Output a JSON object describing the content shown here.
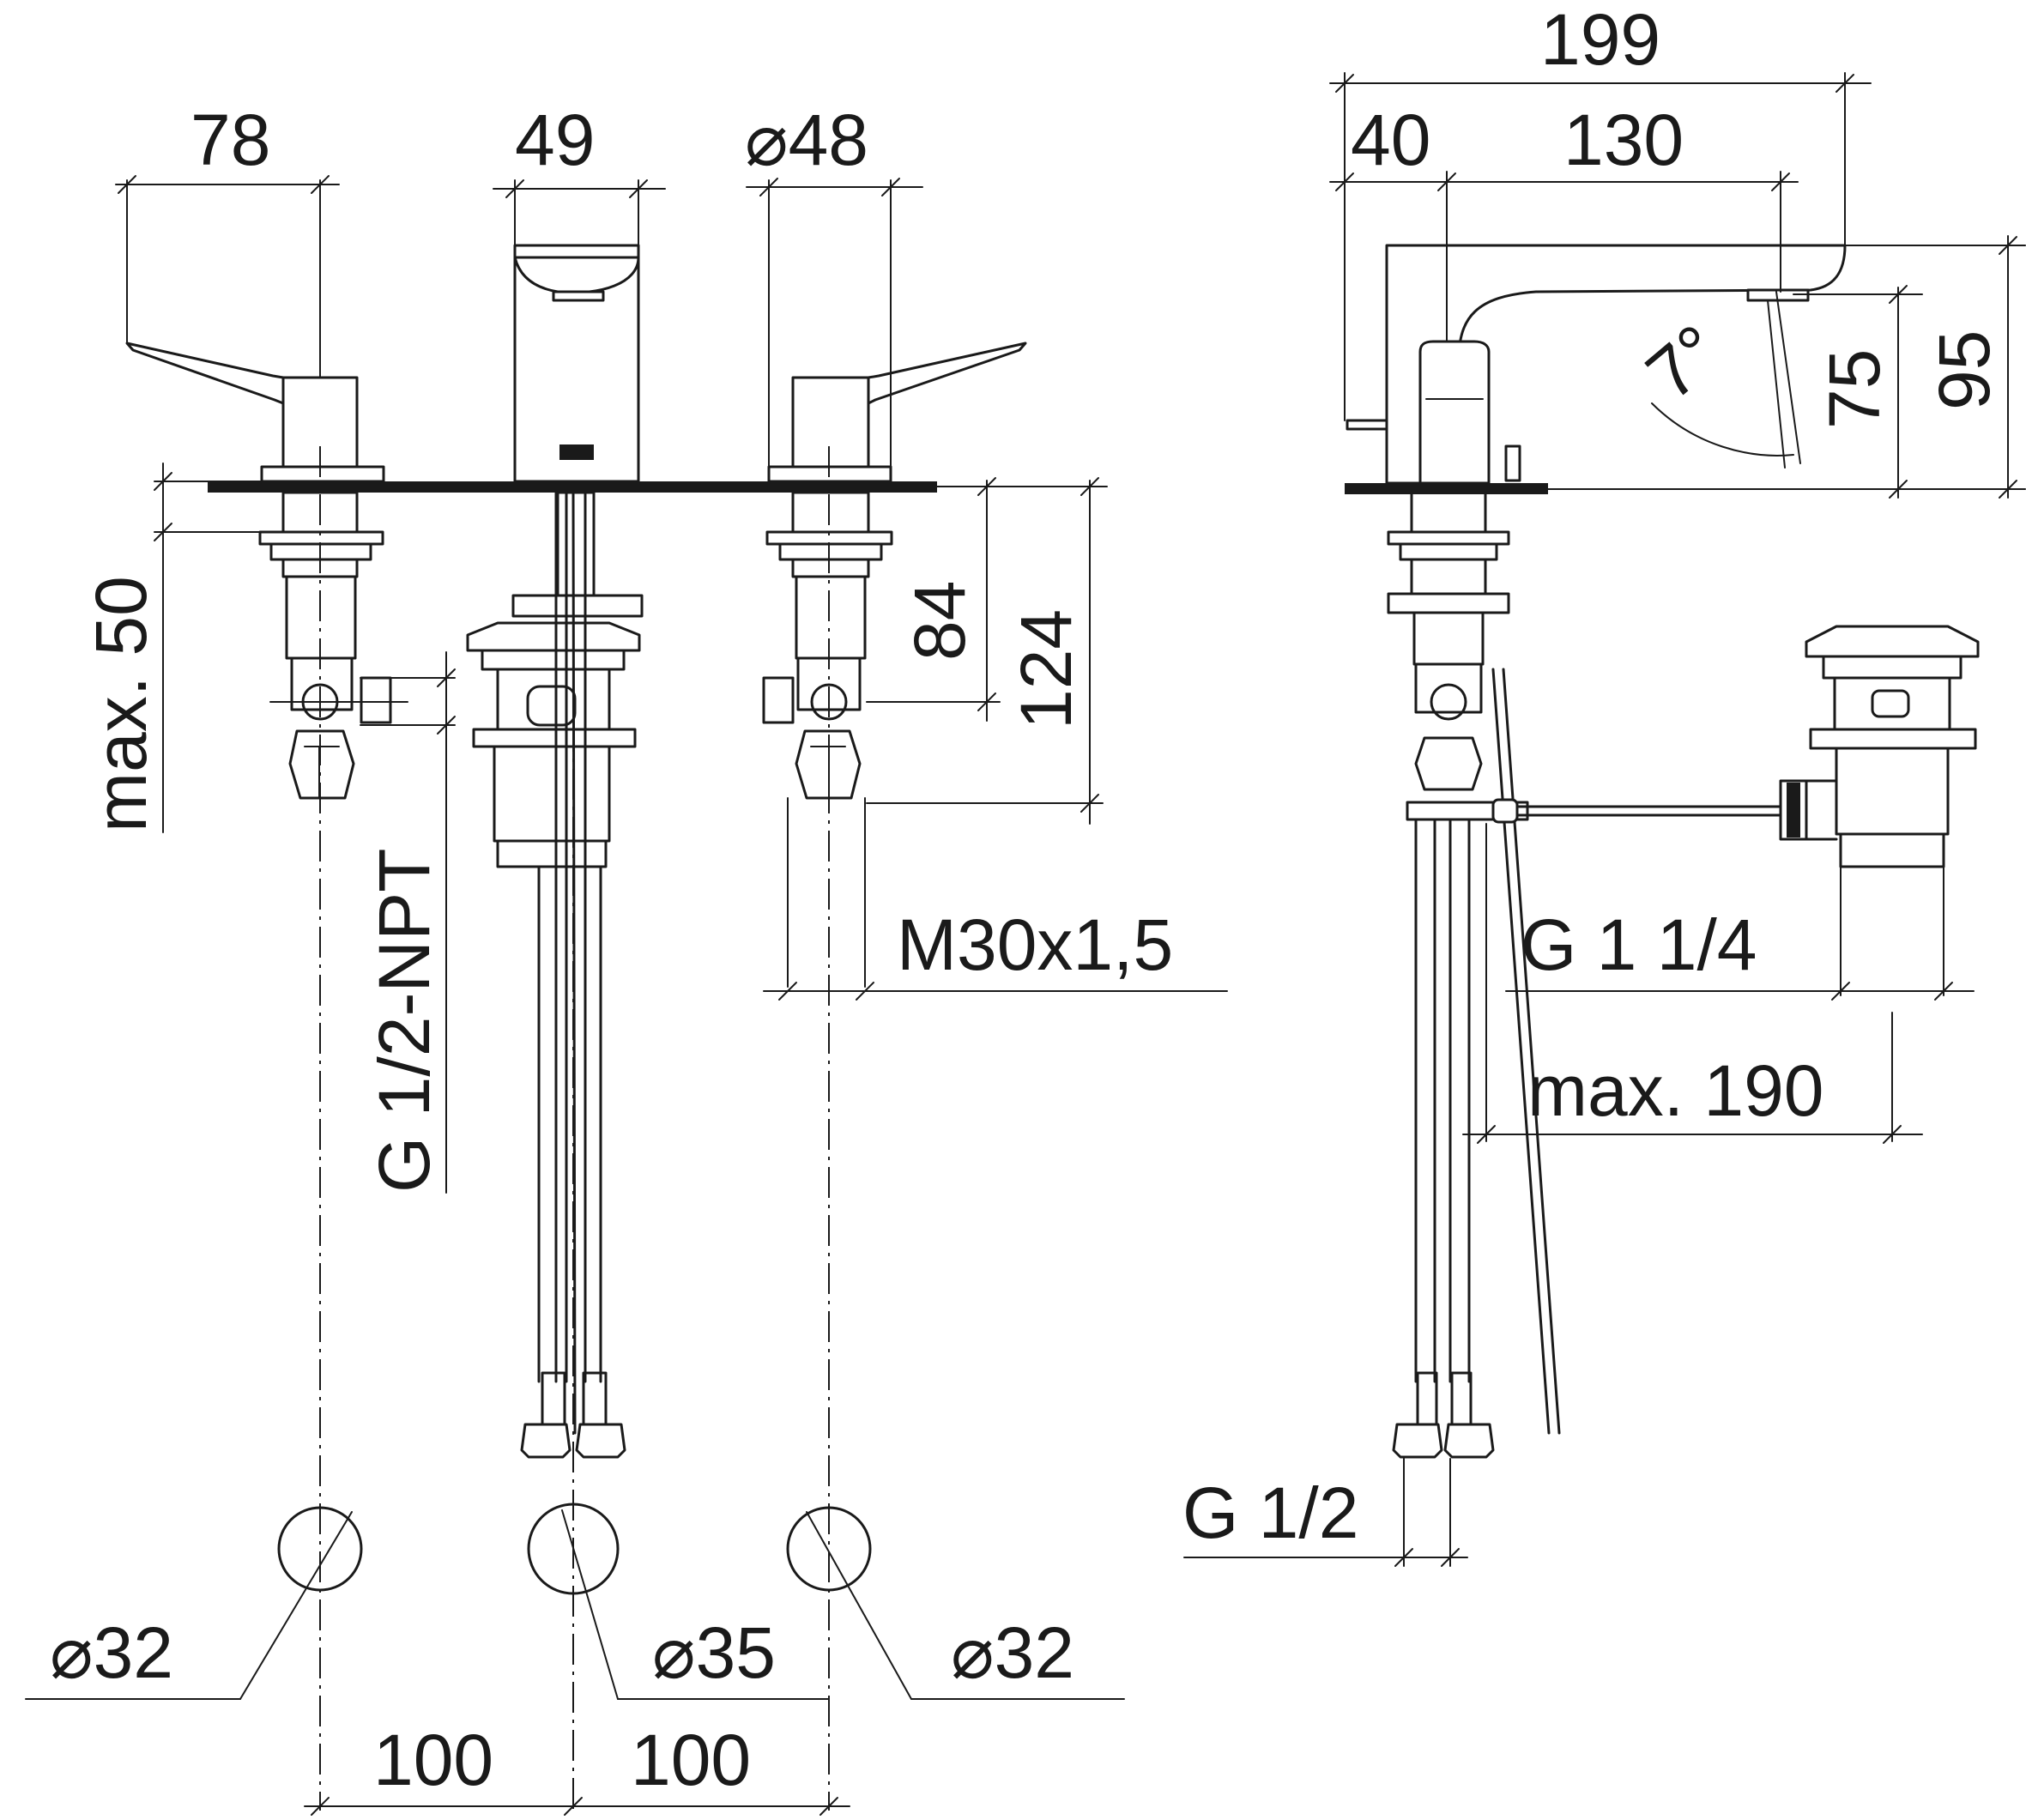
{
  "front_view": {
    "dims": {
      "handle_reach": "78",
      "spout_width": "49",
      "handle_diameter": "⌀48",
      "max_deck_thickness": "max. 50",
      "shank_length_short": "84",
      "shank_length_long": "124",
      "inlet_thread": "G 1/2-NPT",
      "mount_thread": "M30x1,5",
      "hole_left": "⌀32",
      "hole_center": "⌀35",
      "hole_right": "⌀32",
      "spacing_left": "100",
      "spacing_right": "100"
    }
  },
  "side_view": {
    "dims": {
      "total_depth": "199",
      "body_depth": "40",
      "spout_reach": "130",
      "spout_height": "75",
      "overall_height": "95",
      "spout_angle": "7°",
      "waste_thread": "G 1 1/4",
      "max_waste_distance": "max. 190",
      "hose_thread": "G 1/2"
    }
  }
}
